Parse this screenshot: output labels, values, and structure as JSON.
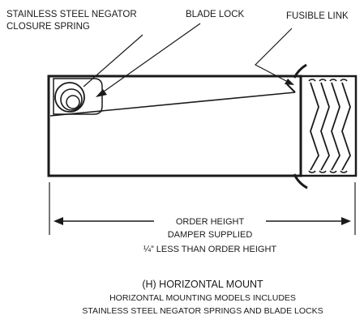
{
  "labels": {
    "negator_spring_line1": "STAINLESS STEEL NEGATOR",
    "negator_spring_line2": "CLOSURE SPRING",
    "blade_lock": "BLADE LOCK",
    "fusible_link": "FUSIBLE LINK"
  },
  "dimension": {
    "line1": "ORDER HEIGHT",
    "line2": "DAMPER SUPPLIED",
    "line3": "¼” LESS THAN ORDER HEIGHT"
  },
  "caption": {
    "title": "(H) HORIZONTAL MOUNT",
    "line1": "HORIZONTAL MOUNTING MODELS INCLUDES",
    "line2": "STAINLESS STEEL NEGATOR SPRINGS AND BLADE LOCKS"
  },
  "colors": {
    "ink": "#1a1a1a",
    "background": "#ffffff"
  }
}
